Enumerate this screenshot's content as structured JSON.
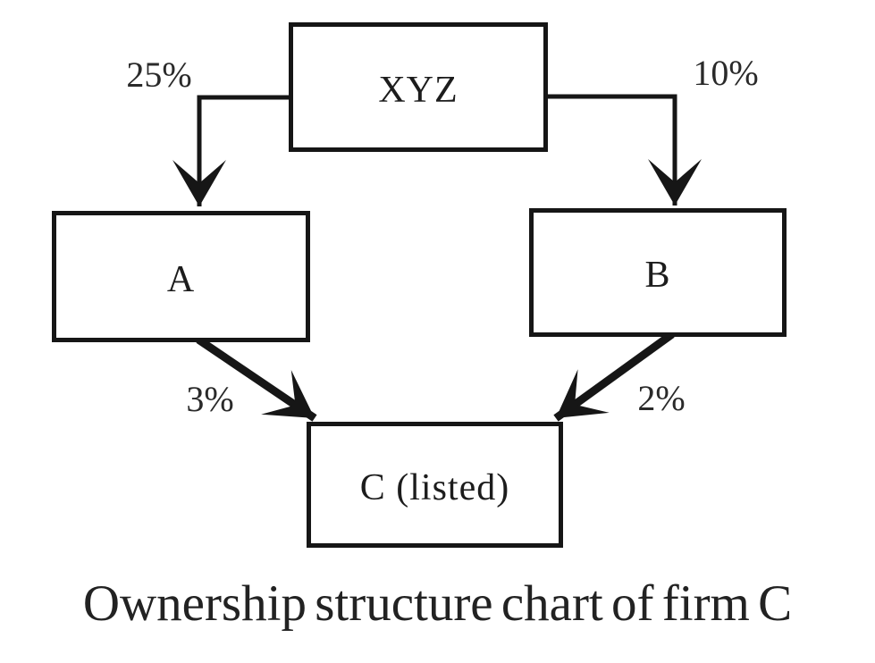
{
  "diagram": {
    "caption": "Ownership structure chart of firm C",
    "nodes": [
      {
        "id": "xyz",
        "label": "XYZ"
      },
      {
        "id": "a",
        "label": "A"
      },
      {
        "id": "b",
        "label": "B"
      },
      {
        "id": "c",
        "label": "C (listed)"
      }
    ],
    "edges": [
      {
        "from": "XYZ",
        "to": "A",
        "label": "25%"
      },
      {
        "from": "XYZ",
        "to": "B",
        "label": "10%"
      },
      {
        "from": "A",
        "to": "C",
        "label": "3%"
      },
      {
        "from": "B",
        "to": "C",
        "label": "2%"
      }
    ],
    "colors": {
      "line": "#161616",
      "text": "#1a1a1a",
      "background": "#ffffff"
    }
  }
}
